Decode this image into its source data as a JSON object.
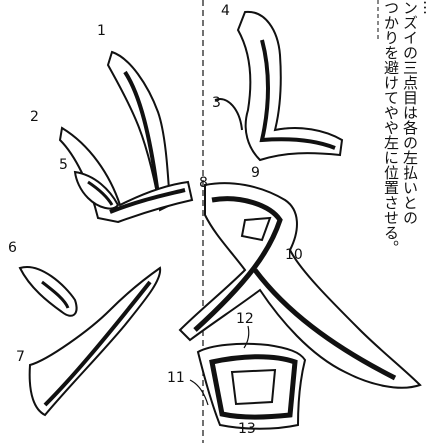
{
  "guide_note": {
    "lines": [
      "…",
      "ンズイの三点目は各の左払いとの",
      "つかりを避けてやや左に位置させる。"
    ]
  },
  "stroke_numbers": [
    "1",
    "2",
    "3",
    "4",
    "5",
    "6",
    "7",
    "8",
    "9",
    "10",
    "11",
    "12",
    "13"
  ],
  "colors": {
    "ink": "#111111",
    "paper": "#ffffff"
  }
}
